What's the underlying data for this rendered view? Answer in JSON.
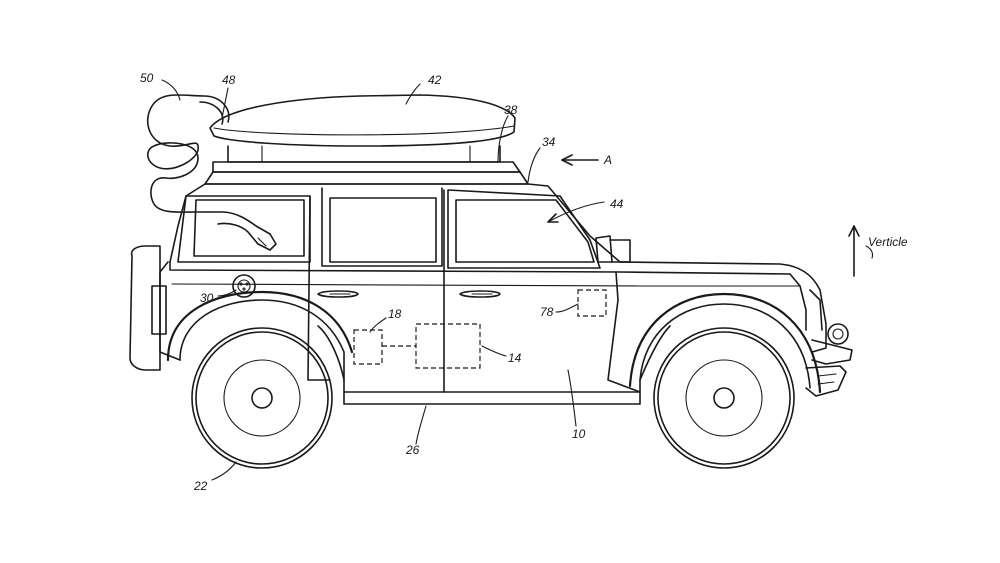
{
  "labels": {
    "ref_10": "10",
    "ref_14": "14",
    "ref_18": "18",
    "ref_22": "22",
    "ref_26": "26",
    "ref_30": "30",
    "ref_34": "34",
    "ref_38": "38",
    "ref_42": "42",
    "ref_44": "44",
    "ref_48": "48",
    "ref_50": "50",
    "ref_78": "78",
    "view_a": "A",
    "vertical": "Verticle"
  }
}
